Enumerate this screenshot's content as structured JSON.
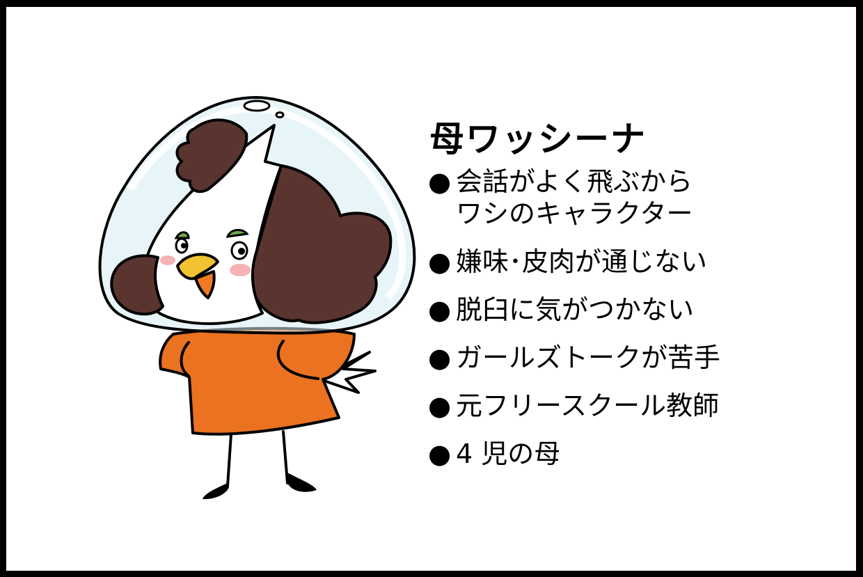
{
  "character": {
    "name": "母ワッシーナ",
    "bullet": "●",
    "traits": [
      "会話がよく飛ぶから\nワシのキャラクター",
      "嫌味･皮肉が通じない",
      "脱臼に気がつかない",
      "ガールズトークが苦手",
      "元フリースクール教師",
      "4 児の母"
    ]
  },
  "illustration": {
    "subject": "eagle-mother-character-in-glass-dome",
    "colors": {
      "hair": "#5a3530",
      "dress": "#ea7220",
      "beak": "#f2c232",
      "mouth": "#ef7a22",
      "eyebrow": "#6aa84f",
      "cheek": "#f4a4a8",
      "dome": "#d6ecf3",
      "outline": "#000000"
    }
  }
}
